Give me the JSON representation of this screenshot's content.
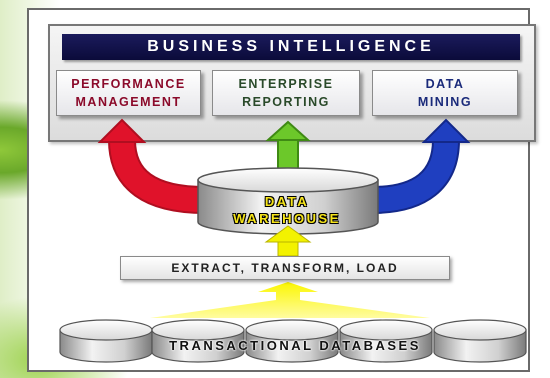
{
  "header": {
    "title": "BUSINESS INTELLIGENCE"
  },
  "outputs": {
    "performance_management": {
      "line1": "PERFORMANCE",
      "line2": "MANAGEMENT"
    },
    "enterprise_reporting": {
      "line1": "ENTERPRISE",
      "line2": "REPORTING"
    },
    "data_mining": {
      "line1": "DATA",
      "line2": "MINING"
    }
  },
  "warehouse": {
    "line1": "DATA",
    "line2": "WAREHOUSE"
  },
  "etl": {
    "label": "EXTRACT, TRANSFORM, LOAD"
  },
  "sources": {
    "label": "TRANSACTIONAL DATABASES"
  },
  "colors": {
    "header_bg": "#0b0b3a",
    "performance_arrow": "#e0122a",
    "reporting_arrow": "#6cc82a",
    "mining_arrow": "#1f3fc0",
    "warehouse_text": "#f7e51a",
    "etl_arrow": "#f3f200"
  }
}
